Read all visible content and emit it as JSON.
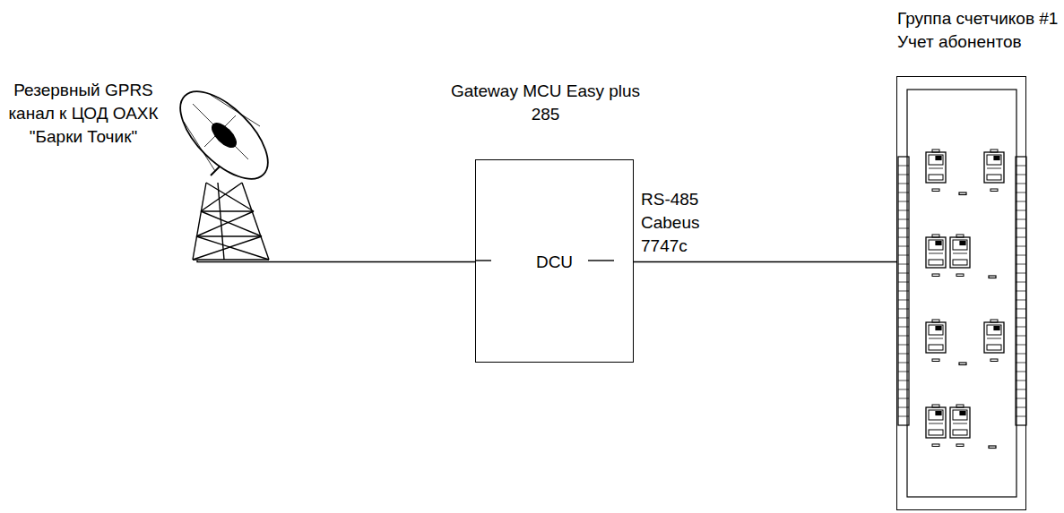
{
  "diagram": {
    "nodes": [
      {
        "text": [
          "Резервный GPRS канал к ЦОД ОАХК \"Барки Точик\""
        ]
      },
      {
        "text": [
          "Gateway MCU Easy plus 285",
          "DCU"
        ]
      },
      {
        "text": [
          "Группа счетчиков #1 Учет абонентов"
        ]
      }
    ],
    "edges": [
      {
        "from": 0,
        "to": 1,
        "arrow": "none"
      },
      {
        "from": 1,
        "to": 2,
        "arrow": "none",
        "label": "RS-485 Cabeus 7747c"
      }
    ]
  }
}
